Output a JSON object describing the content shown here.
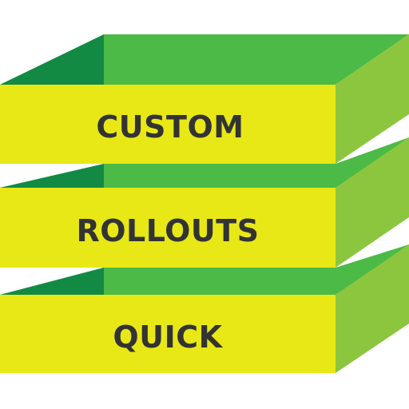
{
  "colors": {
    "front_face": "#e8e816",
    "top_face": "#4cba46",
    "inner_back": "#138a43",
    "right_side": "#8cc63f",
    "label": "#333333",
    "background": "#ffffff"
  },
  "tiers": [
    {
      "label": "CUSTOM"
    },
    {
      "label": "ROLLOUTS"
    },
    {
      "label": "QUICK"
    }
  ]
}
